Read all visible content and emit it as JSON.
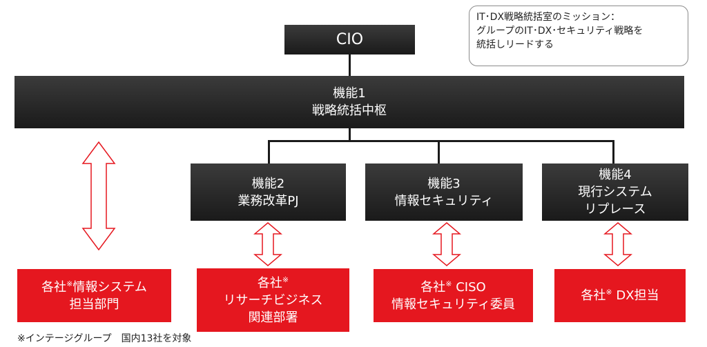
{
  "mission": {
    "line1": "IT･DX戦略統括室のミッション：",
    "line2": "グループのIT･DX･セキュリティ戦略を",
    "line3": "統括しリードする"
  },
  "cio": {
    "label": "CIO"
  },
  "function1": {
    "line1": "機能1",
    "line2": "戦略統括中枢"
  },
  "function2": {
    "line1": "機能2",
    "line2": "業務改革PJ"
  },
  "function3": {
    "line1": "機能3",
    "line2": "情報セキュリティ"
  },
  "function4": {
    "line1": "機能4",
    "line2": "現行システム",
    "line3": "リプレース"
  },
  "company1": {
    "pre": "各社",
    "mark": "※",
    "post": "情報システム",
    "line2": "担当部門"
  },
  "company2": {
    "pre": "各社",
    "mark": "※",
    "line2": "リサーチビジネス",
    "line3": "関連部署"
  },
  "company3": {
    "pre": "各社",
    "mark": "※",
    "post": " CISO",
    "line2": "情報セキュリティ委員"
  },
  "company4": {
    "pre": "各社",
    "mark": "※",
    "post": " DX担当"
  },
  "footnote": "※インテージグループ　国内13社を対象",
  "colors": {
    "dark_box": "#262626",
    "red_box": "#e5171f",
    "arrow_stroke": "#e5171f"
  }
}
